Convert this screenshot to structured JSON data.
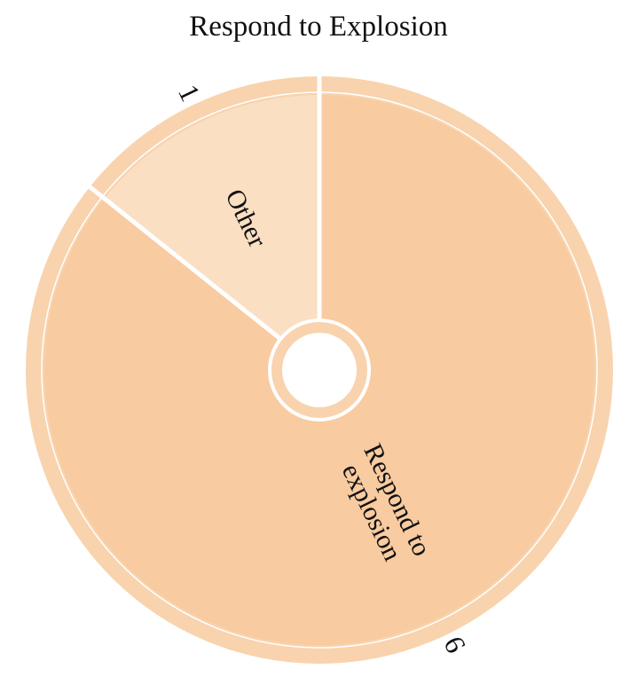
{
  "chart_data": {
    "type": "pie",
    "title": "Respond to Explosion",
    "categories": [
      "Respond to explosion",
      "Other"
    ],
    "values": [
      6,
      1
    ],
    "value_labels": [
      "6",
      "1"
    ],
    "label_lines": [
      [
        "Respond to",
        "explosion"
      ],
      [
        "Other"
      ]
    ],
    "colors": [
      "#f8cba0",
      "#fadfc2"
    ],
    "outer_ring_color": "#f8d3ae",
    "legend": "none"
  }
}
